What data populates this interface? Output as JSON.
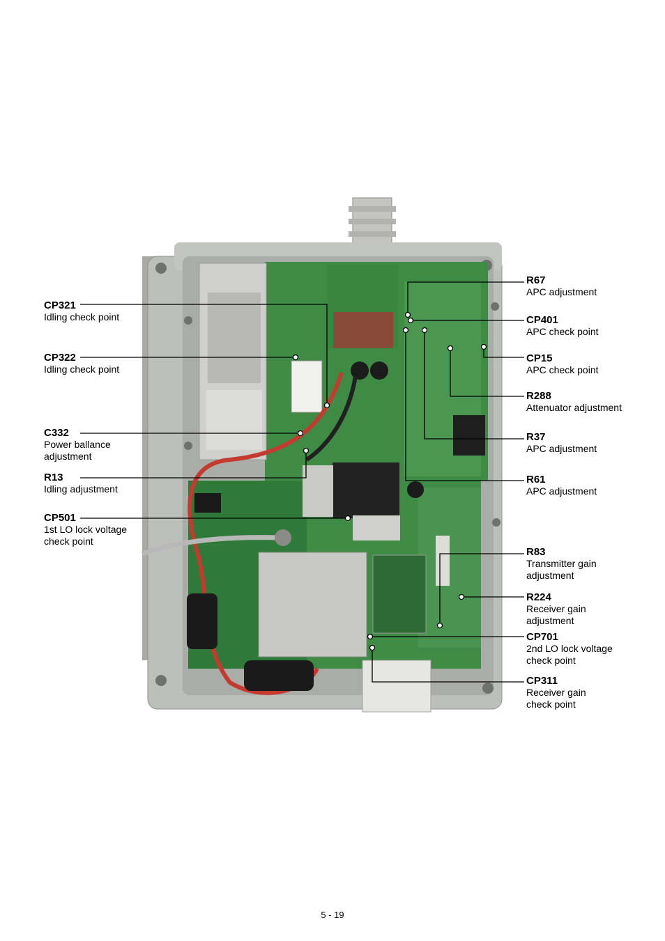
{
  "page_number": "5 - 19",
  "callouts": {
    "cp321": {
      "ref": "CP321",
      "desc": "Idling check point"
    },
    "cp322": {
      "ref": "CP322",
      "desc": "Idling check point"
    },
    "c332": {
      "ref": "C332",
      "desc": "Power ballance adjustment"
    },
    "r13": {
      "ref": "R13",
      "desc": "Idling adjustment"
    },
    "cp501": {
      "ref": "CP501",
      "desc": "1st LO lock voltage check point"
    },
    "r67": {
      "ref": "R67",
      "desc": "APC adjustment"
    },
    "cp401": {
      "ref": "CP401",
      "desc": "APC check point"
    },
    "cp15": {
      "ref": "CP15",
      "desc": "APC check point"
    },
    "r288": {
      "ref": "R288",
      "desc": "Attenuator adjustment"
    },
    "r37": {
      "ref": "R37",
      "desc": "APC adjustment"
    },
    "r61": {
      "ref": "R61",
      "desc": "APC adjustment"
    },
    "r83": {
      "ref": "R83",
      "desc": "Transmitter gain adjustment"
    },
    "r224": {
      "ref": "R224",
      "desc": "Receiver gain adjustment"
    },
    "cp701": {
      "ref": "CP701",
      "desc": "2nd LO lock voltage check point"
    },
    "cp311": {
      "ref": "CP311",
      "desc": "Receiver gain check point"
    }
  }
}
